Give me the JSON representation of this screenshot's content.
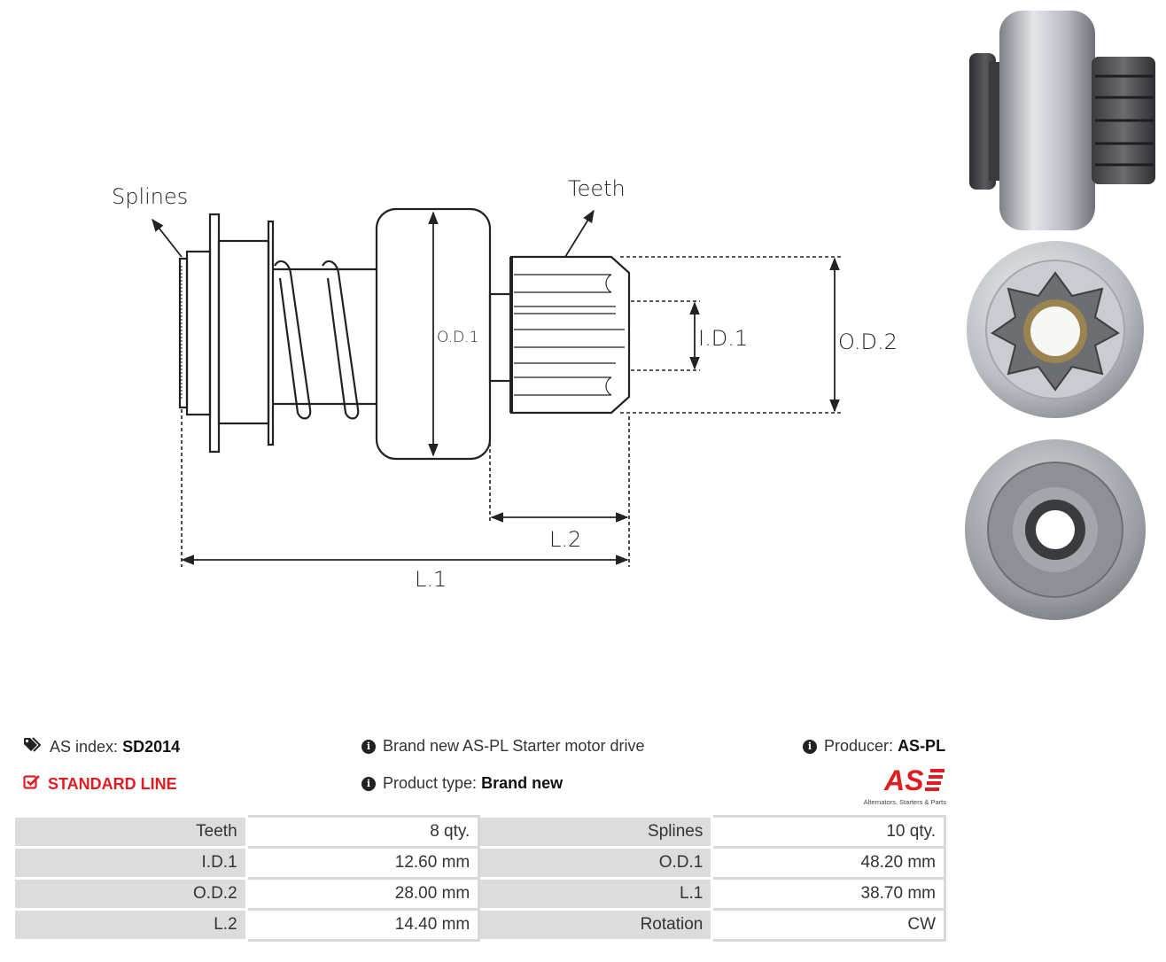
{
  "diagram": {
    "labels": {
      "splines": "Splines",
      "teeth": "Teeth",
      "od1": "O.D.1",
      "id1": "I.D.1",
      "od2": "O.D.2",
      "l2": "L.2",
      "l1": "L.1"
    }
  },
  "photos": [
    {
      "icon": "drive-side-view-photo"
    },
    {
      "icon": "drive-front-view-photo"
    },
    {
      "icon": "drive-rear-view-photo"
    }
  ],
  "info": {
    "as_index_label": "AS index:",
    "as_index_value": "SD2014",
    "line": "STANDARD LINE",
    "description": "Brand new AS-PL Starter motor drive",
    "product_type_label": "Product type:",
    "product_type_value": "Brand new",
    "producer_label": "Producer:",
    "producer_value": "AS-PL",
    "logo_text": "AS",
    "logo_tagline": "Alternators, Starters & Parts",
    "colors": {
      "accent": "#e11b22"
    }
  },
  "specs": {
    "rows": [
      {
        "l1": "Teeth",
        "v1": "8 qty.",
        "l2": "Splines",
        "v2": "10 qty."
      },
      {
        "l1": "I.D.1",
        "v1": "12.60 mm",
        "l2": "O.D.1",
        "v2": "48.20 mm"
      },
      {
        "l1": "O.D.2",
        "v1": "28.00 mm",
        "l2": "L.1",
        "v2": "38.70 mm"
      },
      {
        "l1": "L.2",
        "v1": "14.40 mm",
        "l2": "Rotation",
        "v2": "CW"
      }
    ]
  }
}
